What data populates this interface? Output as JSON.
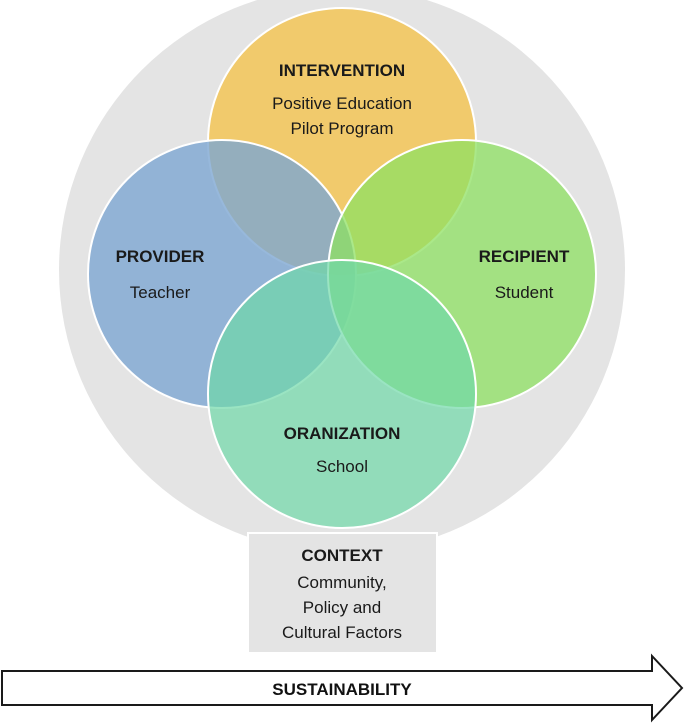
{
  "circles": {
    "intervention": {
      "title": "INTERVENTION",
      "lines": [
        "Positive Education",
        "Pilot Program"
      ],
      "color": "#f2c75e"
    },
    "provider": {
      "title": "PROVIDER",
      "lines": [
        "Teacher"
      ],
      "color": "#7da6d2"
    },
    "recipient": {
      "title": "RECIPIENT",
      "lines": [
        "Student"
      ],
      "color": "#8ee062"
    },
    "organization": {
      "title": "ORANIZATION",
      "lines": [
        "School"
      ],
      "color": "#6fd8a8"
    }
  },
  "context": {
    "title": "CONTEXT",
    "lines": [
      "Community,",
      "Policy and",
      "Cultural Factors"
    ],
    "color": "#e4e4e4"
  },
  "arrow": {
    "label": "SUSTAINABILITY"
  }
}
